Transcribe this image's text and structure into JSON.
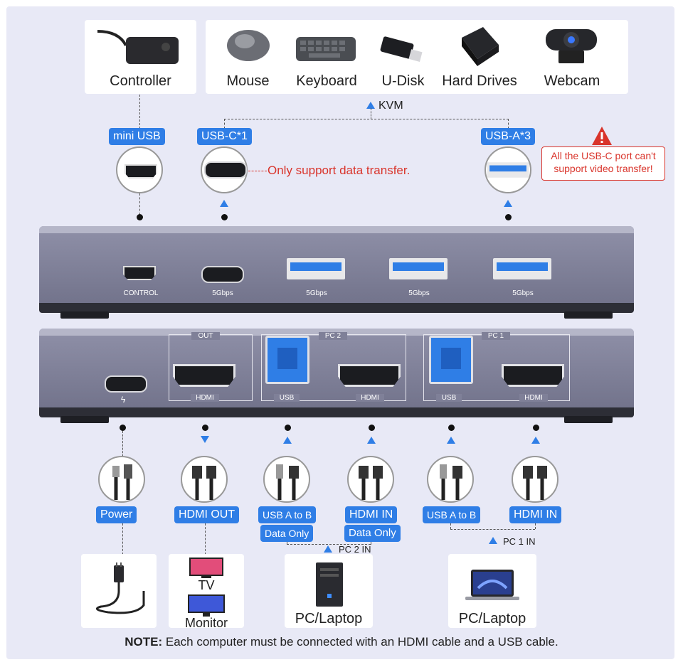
{
  "top_devices": {
    "controller": "Controller",
    "mouse": "Mouse",
    "keyboard": "Keyboard",
    "udisk": "U-Disk",
    "hard_drives": "Hard Drives",
    "webcam": "Webcam"
  },
  "kvm_label": "KVM",
  "ports_top": {
    "mini_usb": "mini USB",
    "usb_c": "USB-C*1",
    "usb_a": "USB-A*3",
    "usb_c_note": "Only support data transfer.",
    "warning": "All the USB-C port can't support video transfer!"
  },
  "hub_front": {
    "control": "CONTROL",
    "gbps": "5Gbps"
  },
  "hub_back": {
    "out": "OUT",
    "hdmi": "HDMI",
    "pc2": "PC 2",
    "pc1": "PC 1",
    "usb": "USB",
    "power_symbol": "ϟ"
  },
  "cables": {
    "power": "Power",
    "hdmi_out": "HDMI OUT",
    "usb_a_to_b": "USB A to B",
    "data_only": "Data Only",
    "hdmi_in": "HDMI IN",
    "pc2_in": "PC 2 IN",
    "pc1_in": "PC 1 IN"
  },
  "bottom_devices": {
    "tv": "TV",
    "monitor": "Monitor",
    "pc_laptop": "PC/Laptop"
  },
  "note": {
    "bold": "NOTE:",
    "text": " Each computer must be connected with an HDMI cable and a USB cable."
  },
  "colors": {
    "accent": "#2f7ee6",
    "warning": "#d9342b",
    "background": "#e8e9f6"
  }
}
